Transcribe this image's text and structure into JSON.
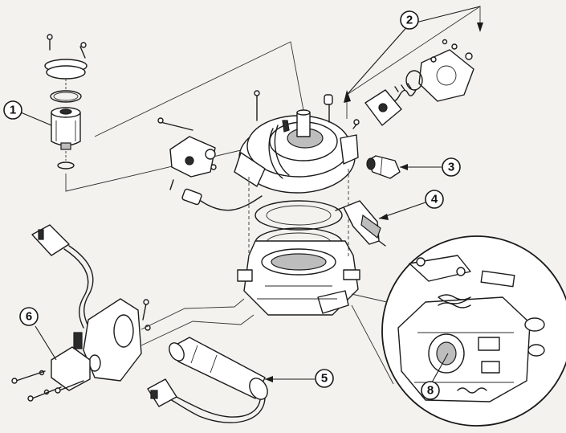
{
  "diagram": {
    "callouts": [
      {
        "id": "1",
        "label": "1"
      },
      {
        "id": "2",
        "label": "2"
      },
      {
        "id": "3",
        "label": "3"
      },
      {
        "id": "4",
        "label": "4"
      },
      {
        "id": "5",
        "label": "5"
      },
      {
        "id": "6",
        "label": "6"
      },
      {
        "id": "8",
        "label": "8"
      }
    ],
    "colors": {
      "ink": "#1c1c1c",
      "paper": "#f4f2ee"
    }
  }
}
